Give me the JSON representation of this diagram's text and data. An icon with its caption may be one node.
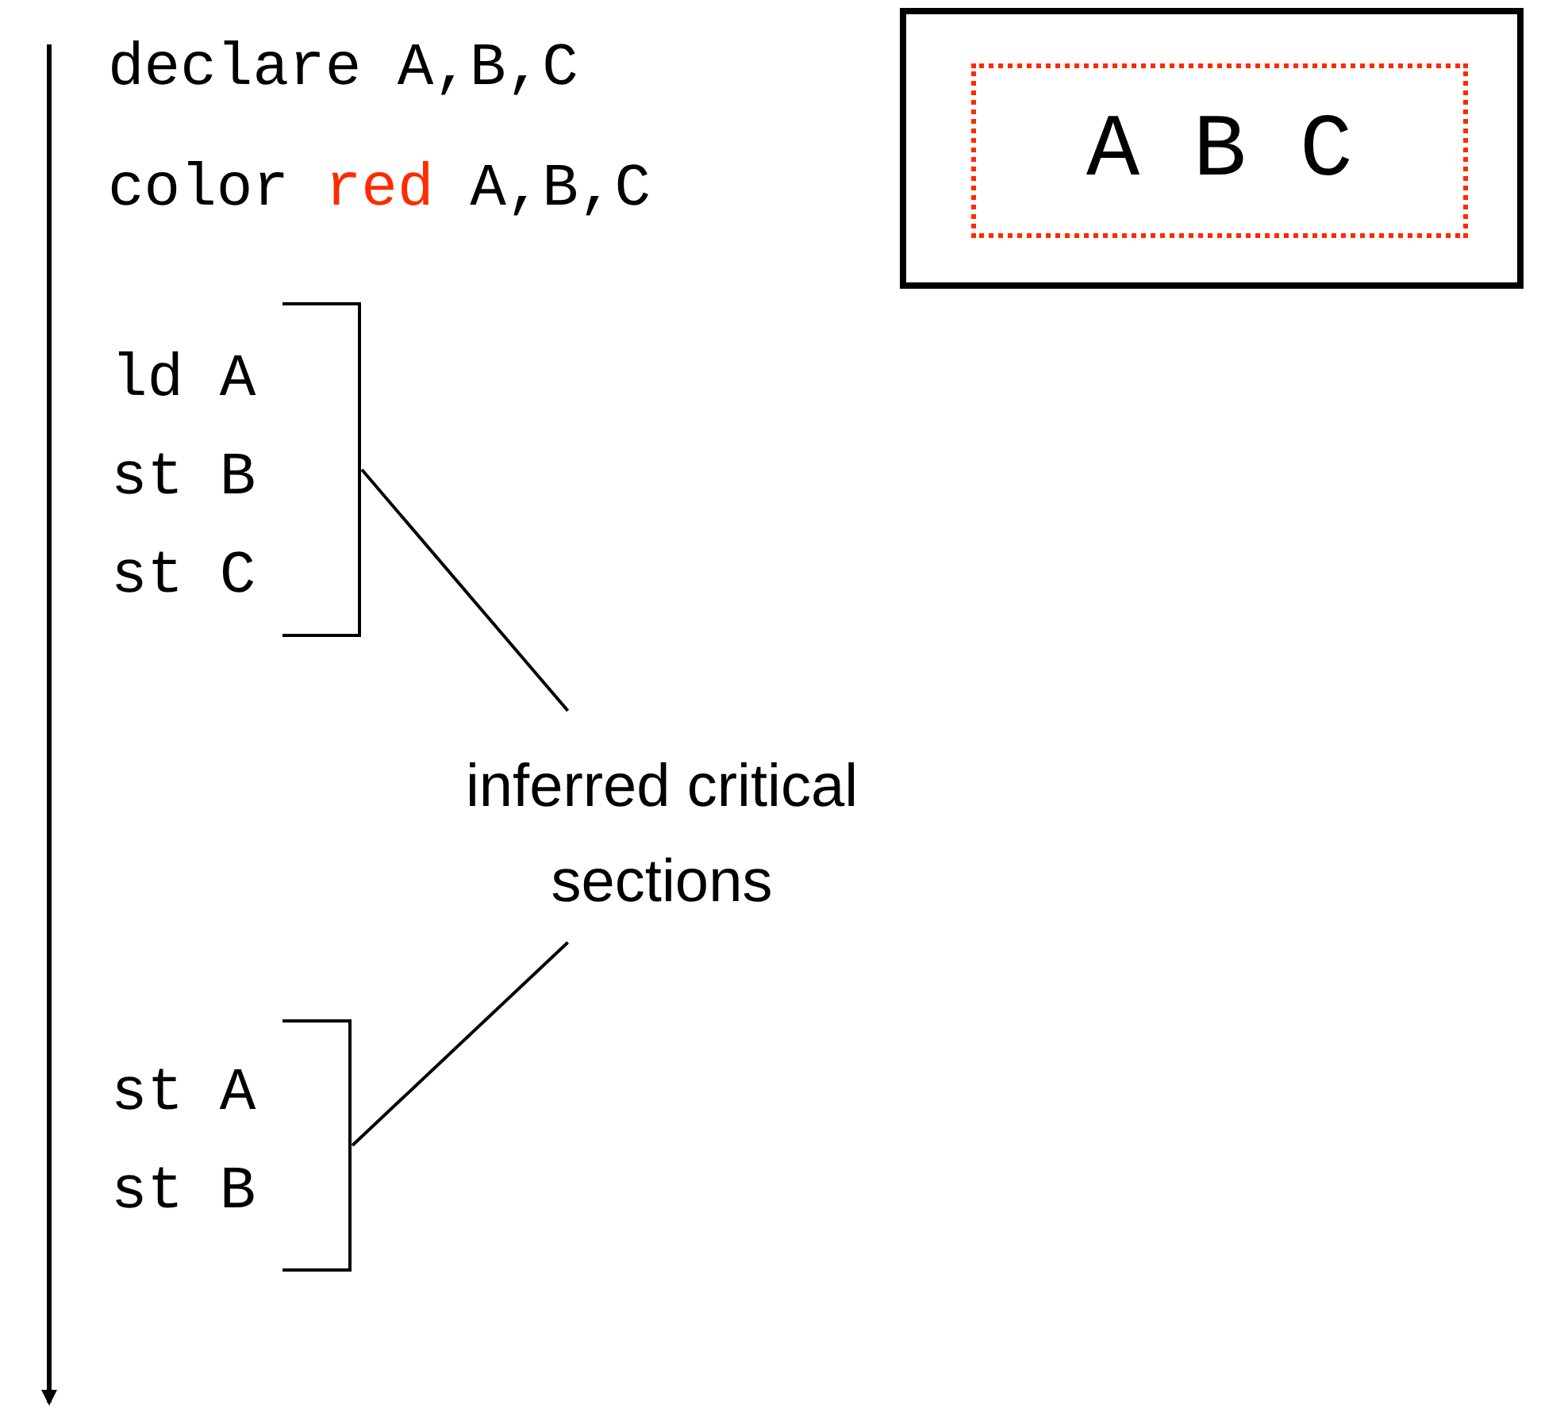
{
  "diagram": {
    "nodes": [
      {
        "text": [],
        "shape": "box"
      },
      {
        "text": [
          "A B C"
        ],
        "in": 0
      },
      {
        "text": [],
        "shape": "bracket",
        "beside": [
          "ld A",
          "st B",
          "st C"
        ]
      },
      {
        "text": [
          "inferred critical sections"
        ]
      },
      {
        "text": [],
        "shape": "bracket",
        "beside": [
          "st A",
          "st B"
        ]
      }
    ],
    "edges": [
      {
        "from": 3,
        "to": 2,
        "arrow": "none"
      },
      {
        "from": 3,
        "to": 4,
        "arrow": "none"
      }
    ],
    "labels": [
      "declare A,B,C",
      "color red A,B,C"
    ]
  }
}
